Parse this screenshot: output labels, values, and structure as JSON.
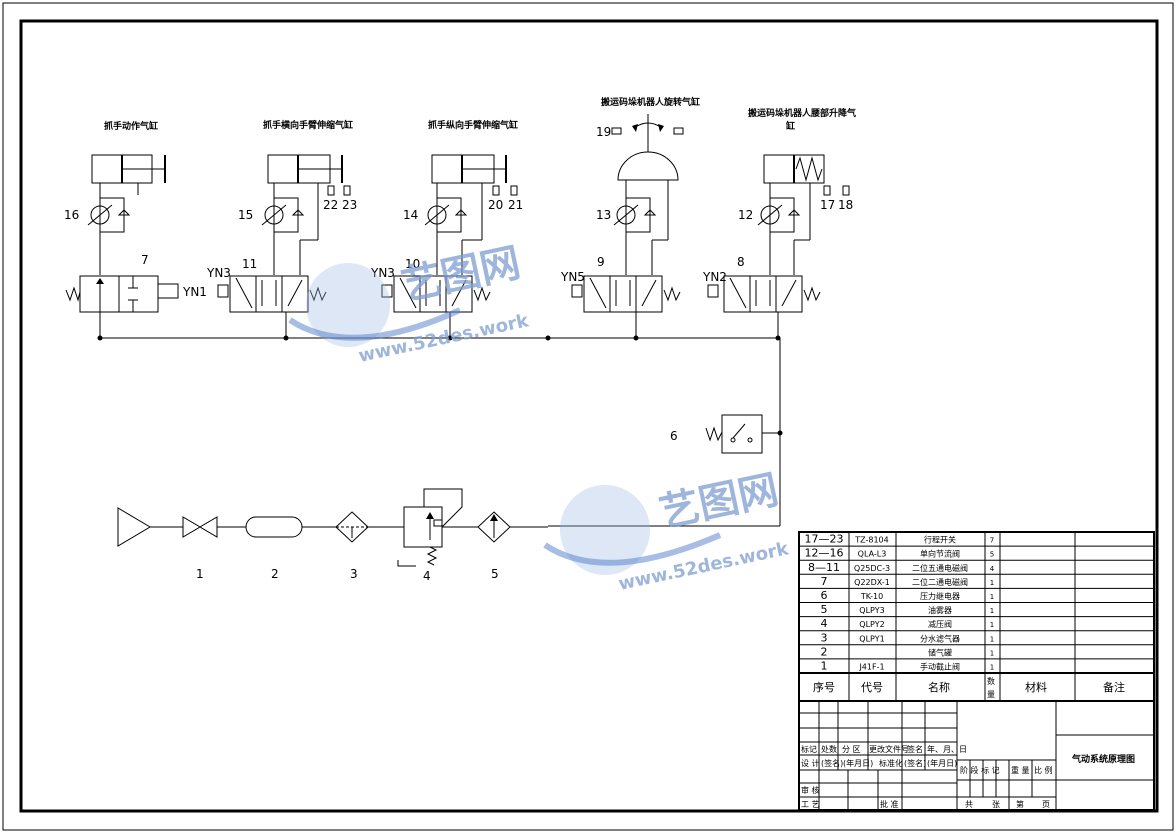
{
  "cylinder_titles": {
    "c1": "抓手动作气缸",
    "c2": "抓手横向手臂伸缩气缸",
    "c3": "抓手纵向手臂伸缩气缸",
    "c4a": "搬运码垛机器人旋转气缸",
    "c5a": "搬运码垛机器人腰部升降气",
    "c5b": "缸"
  },
  "labels": {
    "n16": "16",
    "n15": "15",
    "n14": "14",
    "n13": "13",
    "n12": "12",
    "n19": "19",
    "n22": "22",
    "n23": "23",
    "n20": "20",
    "n21": "21",
    "n17": "17",
    "n18": "18",
    "n7": "7",
    "n11": "11",
    "n10": "10",
    "n9": "9",
    "n8": "8",
    "n6": "6",
    "yn1": "YN1",
    "yn3a": "YN3",
    "yn3b": "YN3",
    "yn5": "YN5",
    "yn2": "YN2",
    "n1": "1",
    "n2": "2",
    "n3": "3",
    "n4": "4",
    "n5": "5"
  },
  "parts_table": {
    "rows": [
      {
        "seq": "17—23",
        "code": "TZ-8104",
        "name": "行程开关",
        "qty": "7"
      },
      {
        "seq": "12—16",
        "code": "QLA-L3",
        "name": "单向节流阀",
        "qty": "5"
      },
      {
        "seq": "8—11",
        "code": "Q25DC-3",
        "name": "二位五通电磁阀",
        "qty": "4"
      },
      {
        "seq": "7",
        "code": "Q22DX-1",
        "name": "二位二通电磁阀",
        "qty": "1"
      },
      {
        "seq": "6",
        "code": "TK-10",
        "name": "压力继电器",
        "qty": "1"
      },
      {
        "seq": "5",
        "code": "QLPY3",
        "name": "油雾器",
        "qty": "1"
      },
      {
        "seq": "4",
        "code": "QLPY2",
        "name": "减压阀",
        "qty": "1"
      },
      {
        "seq": "3",
        "code": "QLPY1",
        "name": "分水滤气器",
        "qty": "1"
      },
      {
        "seq": "2",
        "code": "",
        "name": "储气罐",
        "qty": "1"
      },
      {
        "seq": "1",
        "code": "J41F-1",
        "name": "手动截止阀",
        "qty": "1"
      }
    ],
    "headers": {
      "seq": "序号",
      "code": "代号",
      "name": "名称",
      "qty_a": "数",
      "qty_b": "量",
      "material": "材料",
      "remark": "备注"
    }
  },
  "title_block": {
    "row_a": [
      "标记",
      "处数",
      "分 区",
      "更改文件号",
      "签名",
      "年、月、日"
    ],
    "row_b": [
      "设 计",
      "(签名)",
      "(年月日)",
      "标准化",
      "(签名)",
      "(年月日)"
    ],
    "audit": "审 核",
    "craft": "工 艺",
    "approve": "批 准",
    "stage": [
      "阶 段 标 记",
      "重 量",
      "比 例"
    ],
    "sheets": [
      "共",
      "张",
      "第",
      "页"
    ],
    "drawing_title": "气动系统原理图"
  },
  "watermark": {
    "brand": "艺图网",
    "url": "www.52des.work"
  }
}
